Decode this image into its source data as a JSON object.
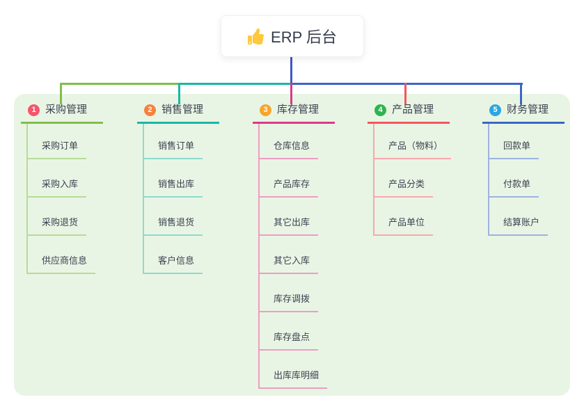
{
  "root": {
    "label": "ERP 后台",
    "icon": "thumbs-up-icon",
    "icon_color": "#ffc83d",
    "line_color": "#4356c7"
  },
  "canvas": {
    "background_color": "#ffffff",
    "panel_color": "#e9f5e4"
  },
  "branches": [
    {
      "badge": "1",
      "badge_color": "#f4566c",
      "label": "采购管理",
      "color": "#7fbf4b",
      "color_light": "#b7db97",
      "items": [
        {
          "label": "采购订单"
        },
        {
          "label": "采购入库"
        },
        {
          "label": "采购退货"
        },
        {
          "label": "供应商信息"
        }
      ]
    },
    {
      "badge": "2",
      "badge_color": "#f6823e",
      "label": "销售管理",
      "color": "#17b8a6",
      "color_light": "#8ed9cd",
      "items": [
        {
          "label": "销售订单"
        },
        {
          "label": "销售出库"
        },
        {
          "label": "销售退货"
        },
        {
          "label": "客户信息"
        }
      ]
    },
    {
      "badge": "3",
      "badge_color": "#f5a62c",
      "label": "库存管理",
      "color": "#d93a87",
      "color_light": "#ee9cc3",
      "items": [
        {
          "label": "仓库信息"
        },
        {
          "label": "产品库存"
        },
        {
          "label": "其它出库"
        },
        {
          "label": "其它入库"
        },
        {
          "label": "库存调拨"
        },
        {
          "label": "库存盘点"
        },
        {
          "label": "出库库明细"
        }
      ]
    },
    {
      "badge": "4",
      "badge_color": "#2db44f",
      "label": "产品管理",
      "color": "#f4555e",
      "color_light": "#f9a8ac",
      "items": [
        {
          "label": "产品（物料）"
        },
        {
          "label": "产品分类"
        },
        {
          "label": "产品单位"
        }
      ]
    },
    {
      "badge": "5",
      "badge_color": "#2ba6e0",
      "label": "财务管理",
      "color": "#3b65c9",
      "color_light": "#9db2de",
      "items": [
        {
          "label": "回款单"
        },
        {
          "label": "付款单"
        },
        {
          "label": "结算账户"
        }
      ]
    }
  ]
}
